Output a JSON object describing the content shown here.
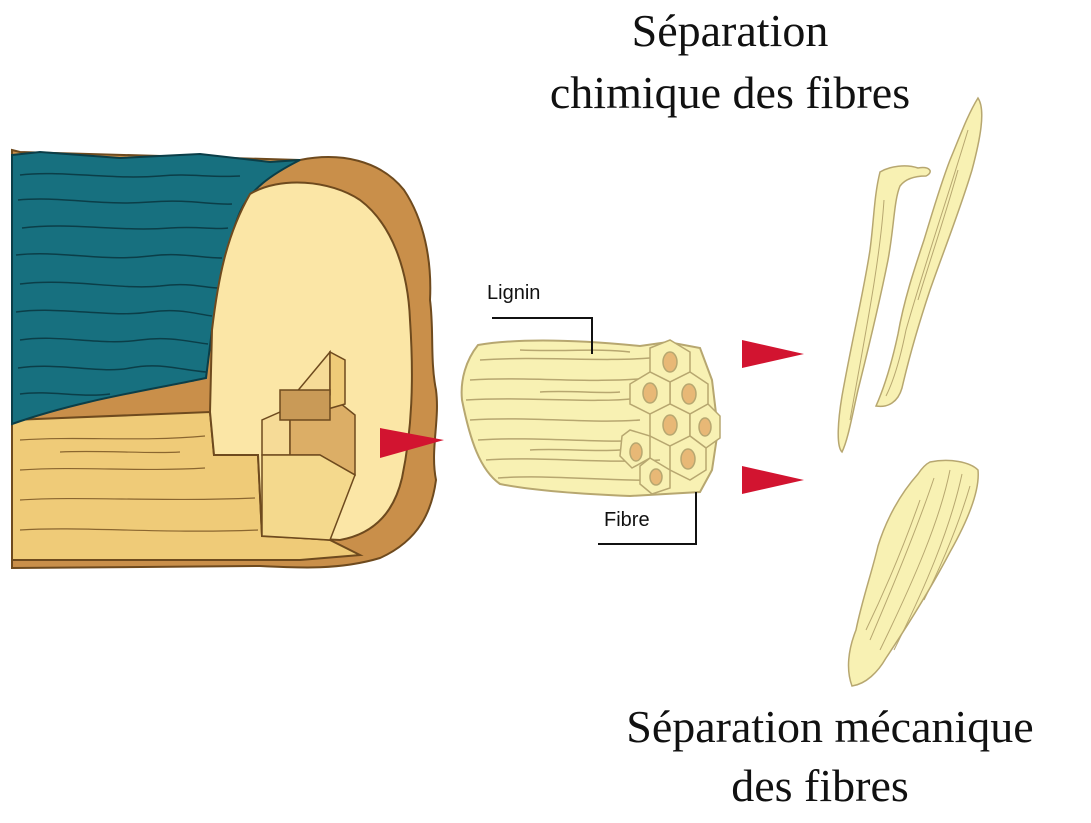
{
  "titles": {
    "chemical_line1": "Séparation",
    "chemical_line2": "chimique des fibres",
    "mechanical_line1": "Séparation mécanique",
    "mechanical_line2": "des fibres"
  },
  "labels": {
    "lignin": "Lignin",
    "fibre": "Fibre"
  },
  "colors": {
    "bark_blue": "#17707f",
    "wood_light": "#fbe6a6",
    "wood_mid": "#f4d98d",
    "wood_dark": "#dcae66",
    "bark_brown": "#c98f4a",
    "outline_brown": "#6e4a1e",
    "fiber_fill": "#f8f1b3",
    "fiber_line": "#b7a770",
    "arrow_red": "#d21430",
    "text": "#111111"
  }
}
